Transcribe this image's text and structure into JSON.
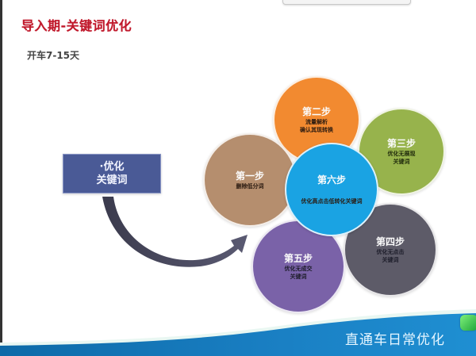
{
  "slide": {
    "title": "导入期-关键词优化",
    "subtitle": "开车7-15天",
    "keyword_box": {
      "line1": "·优化",
      "line2": "关键词"
    },
    "steps": [
      {
        "label": "第一步",
        "desc": "删除低分词",
        "color": "#b58e6e"
      },
      {
        "label": "第二步",
        "desc_line1": "流量解析",
        "desc_line2": "确认其现转换",
        "color": "#f28a30"
      },
      {
        "label": "第三步",
        "desc_line1": "优化无展现",
        "desc_line2": "关键词",
        "color": "#97b34c"
      },
      {
        "label": "第四步",
        "desc_line1": "优化无点击",
        "desc_line2": "关键词",
        "color": "#5d5b68"
      },
      {
        "label": "第五步",
        "desc_line1": "优化无成交",
        "desc_line2": "关键词",
        "color": "#7a62a8"
      },
      {
        "label": "第六步",
        "desc": "优化高点击低转化关键词",
        "color": "#1aa3e3"
      }
    ],
    "footer": {
      "title": "直通车日常优化",
      "banner_color": "#1a7fc1"
    },
    "colors": {
      "title": "#c0172a",
      "keyword_box": "#4a5a96",
      "arrow": "#4a4a60"
    }
  }
}
